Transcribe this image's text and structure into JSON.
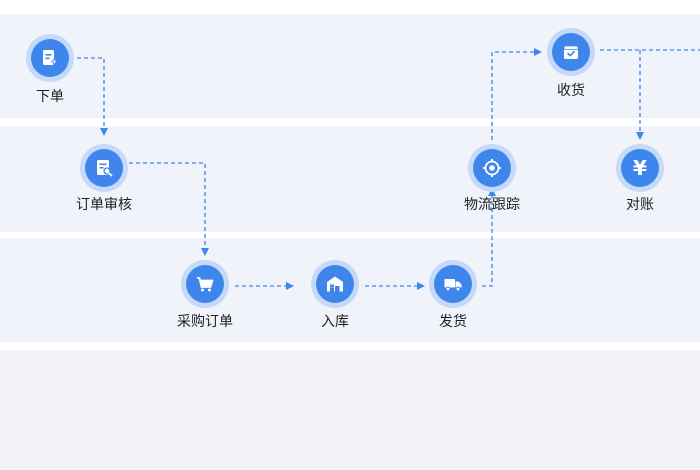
{
  "nodes": {
    "order": {
      "label": "下单",
      "icon": "document-lightning-icon"
    },
    "review": {
      "label": "订单审核",
      "icon": "document-magnifier-icon"
    },
    "purchase": {
      "label": "采购订单",
      "icon": "shopping-cart-icon"
    },
    "stock_in": {
      "label": "入库",
      "icon": "warehouse-icon"
    },
    "ship": {
      "label": "发货",
      "icon": "delivery-truck-icon"
    },
    "tracking": {
      "label": "物流跟踪",
      "icon": "target-icon"
    },
    "receive": {
      "label": "收货",
      "icon": "package-check-icon"
    },
    "reconcile": {
      "label": "对账",
      "icon": "yen-icon",
      "glyph": "¥"
    }
  },
  "colors": {
    "lane": "#f0f3fa",
    "node": "#3f86ec",
    "halo": "#c5d9f8",
    "connector": "#3f86ec",
    "text": "#1e1f24"
  }
}
